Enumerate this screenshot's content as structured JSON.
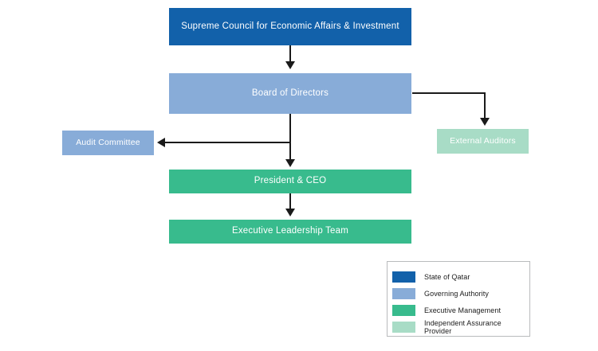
{
  "diagram": {
    "nodes": {
      "supreme_council": {
        "label": "Supreme Council for Economic Affairs & Investment",
        "category": "State of Qatar"
      },
      "board": {
        "label": "Board of Directors",
        "category": "Governing Authority"
      },
      "audit_committee": {
        "label": "Audit Committee",
        "category": "Governing Authority"
      },
      "external_auditors": {
        "label": "External Auditors",
        "category": "Independent Assurance Provider"
      },
      "president_ceo": {
        "label": "President & CEO",
        "category": "Executive Management"
      },
      "executive_leadership": {
        "label": "Executive Leadership Team",
        "category": "Executive Management"
      }
    },
    "edges": [
      {
        "from": "supreme_council",
        "to": "board"
      },
      {
        "from": "board",
        "to": "audit_committee"
      },
      {
        "from": "board",
        "to": "external_auditors"
      },
      {
        "from": "board",
        "to": "president_ceo"
      },
      {
        "from": "president_ceo",
        "to": "executive_leadership"
      }
    ]
  },
  "legend": {
    "items": [
      {
        "label": "State of Qatar"
      },
      {
        "label": "Governing Authority"
      },
      {
        "label": "Executive Management"
      },
      {
        "label": "Independent Assurance Provider"
      }
    ]
  },
  "colors": {
    "state-of-qatar": "#1261aa",
    "governing-authority": "#88acd8",
    "executive-management": "#38bb8d",
    "independent-assurance": "#a8dcc6",
    "connector": "#1a1a1a",
    "legend-border": "#b9bbbd"
  }
}
